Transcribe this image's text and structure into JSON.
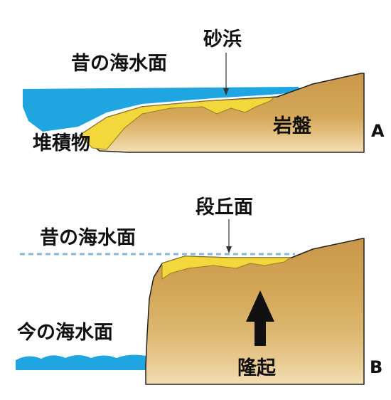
{
  "panel_a": {
    "letter": "A",
    "old_sea_level": "昔の海水面",
    "sand_beach": "砂浜",
    "bedrock": "岩盤",
    "sediment": "堆積物"
  },
  "panel_b": {
    "letter": "B",
    "old_sea_level": "昔の海水面",
    "terrace_surface": "段丘面",
    "current_sea_level": "今の海水面",
    "uplift": "隆起"
  },
  "colors": {
    "sea": "#1FA6E0",
    "rock_light": "#F2D9A4",
    "rock_mid": "#DCB164",
    "rock_dark": "#C99A44",
    "sediment": "#F2D83A",
    "dashed_line": "#88B8D8",
    "arrow": "#111111"
  }
}
